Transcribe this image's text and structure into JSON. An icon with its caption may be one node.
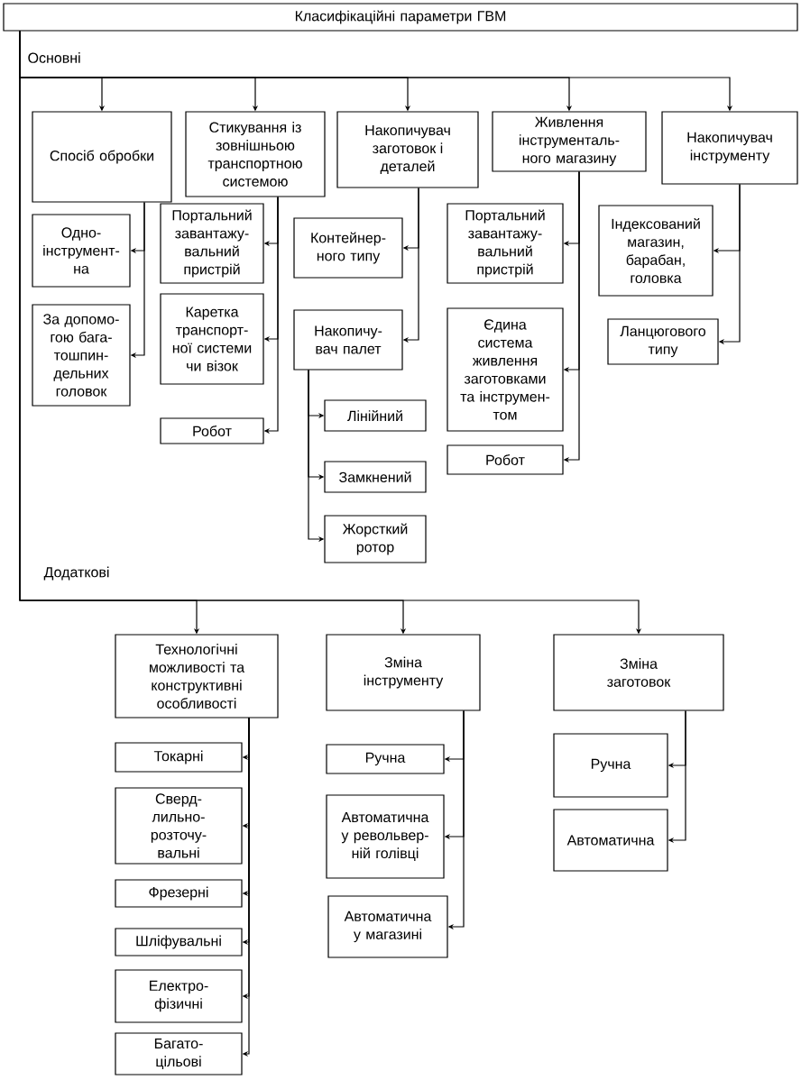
{
  "diagram": {
    "nodes": [
      {
        "text": [
          "Класифікаційні параметри ГВМ"
        ]
      },
      {
        "text": [
          "Спосіб обробки"
        ]
      },
      {
        "text": [
          "Стикування із зовнішньою транспортною системою"
        ]
      },
      {
        "text": [
          "Накопичувач заготовок і деталей"
        ]
      },
      {
        "text": [
          "Живлення інструменталь- ного магазину"
        ]
      },
      {
        "text": [
          "Накопичувач інструменту"
        ]
      },
      {
        "text": [
          "Одно- інструмент- на"
        ]
      },
      {
        "text": [
          "За допомо- гою бага- тошпин- дельних головок"
        ]
      },
      {
        "text": [
          "Портальний завантажу- вальний пристрій"
        ]
      },
      {
        "text": [
          "Каретка транспорт- ної системи чи візок"
        ]
      },
      {
        "text": [
          "Робот"
        ]
      },
      {
        "text": [
          "Контейнер- ного типу"
        ]
      },
      {
        "text": [
          "Накопичу- вач палет"
        ]
      },
      {
        "text": [
          "Лінійний"
        ]
      },
      {
        "text": [
          "Замкнений"
        ]
      },
      {
        "text": [
          "Жорсткий ротор"
        ]
      },
      {
        "text": [
          "Портальний завантажу- вальний пристрій"
        ]
      },
      {
        "text": [
          "Єдина система живлення заготовками та інструмен- том"
        ]
      },
      {
        "text": [
          "Робот"
        ]
      },
      {
        "text": [
          "Індексований магазин, барабан, головка"
        ]
      },
      {
        "text": [
          "Ланцюгового типу"
        ]
      },
      {
        "text": [
          "Технологічні можливості та конструктивні особливості"
        ]
      },
      {
        "text": [
          "Зміна інструменту"
        ]
      },
      {
        "text": [
          "Зміна заготовок"
        ]
      },
      {
        "text": [
          "Токарні"
        ]
      },
      {
        "text": [
          "Сверд- лильно- розточу- вальні"
        ]
      },
      {
        "text": [
          "Фрезерні"
        ]
      },
      {
        "text": [
          "Шліфувальні"
        ]
      },
      {
        "text": [
          "Електро- фізичні"
        ]
      },
      {
        "text": [
          "Багато- цільові"
        ]
      },
      {
        "text": [
          "Ручна"
        ]
      },
      {
        "text": [
          "Автоматична у револьвер- ній голівці"
        ]
      },
      {
        "text": [
          "Автоматична у магазині"
        ]
      },
      {
        "text": [
          "Ручна"
        ]
      },
      {
        "text": [
          "Автоматична"
        ]
      }
    ],
    "edges": [
      {
        "from": 0,
        "to": 1,
        "arrow": "to"
      },
      {
        "from": 0,
        "to": 2,
        "arrow": "to"
      },
      {
        "from": 0,
        "to": 3,
        "arrow": "to"
      },
      {
        "from": 0,
        "to": 4,
        "arrow": "to"
      },
      {
        "from": 0,
        "to": 5,
        "arrow": "to"
      },
      {
        "from": 0,
        "to": 21,
        "arrow": "to"
      },
      {
        "from": 0,
        "to": 22,
        "arrow": "to"
      },
      {
        "from": 0,
        "to": 23,
        "arrow": "to"
      },
      {
        "from": 1,
        "to": 6,
        "arrow": "to"
      },
      {
        "from": 1,
        "to": 7,
        "arrow": "to"
      },
      {
        "from": 2,
        "to": 8,
        "arrow": "to"
      },
      {
        "from": 2,
        "to": 9,
        "arrow": "to"
      },
      {
        "from": 2,
        "to": 10,
        "arrow": "to"
      },
      {
        "from": 3,
        "to": 11,
        "arrow": "to"
      },
      {
        "from": 3,
        "to": 12,
        "arrow": "to"
      },
      {
        "from": 12,
        "to": 13,
        "arrow": "to"
      },
      {
        "from": 12,
        "to": 14,
        "arrow": "to"
      },
      {
        "from": 12,
        "to": 15,
        "arrow": "to"
      },
      {
        "from": 4,
        "to": 16,
        "arrow": "to"
      },
      {
        "from": 4,
        "to": 17,
        "arrow": "to"
      },
      {
        "from": 4,
        "to": 18,
        "arrow": "to"
      },
      {
        "from": 5,
        "to": 19,
        "arrow": "to"
      },
      {
        "from": 5,
        "to": 20,
        "arrow": "to"
      },
      {
        "from": 21,
        "to": 24,
        "arrow": "to"
      },
      {
        "from": 21,
        "to": 25,
        "arrow": "to"
      },
      {
        "from": 21,
        "to": 26,
        "arrow": "to"
      },
      {
        "from": 21,
        "to": 27,
        "arrow": "to"
      },
      {
        "from": 21,
        "to": 28,
        "arrow": "to"
      },
      {
        "from": 21,
        "to": 29,
        "arrow": "to"
      },
      {
        "from": 22,
        "to": 30,
        "arrow": "to"
      },
      {
        "from": 22,
        "to": 31,
        "arrow": "to"
      },
      {
        "from": 22,
        "to": 32,
        "arrow": "to"
      },
      {
        "from": 23,
        "to": 33,
        "arrow": "to"
      },
      {
        "from": 23,
        "to": 34,
        "arrow": "to"
      }
    ],
    "labels": [
      "Основні",
      "Додаткові"
    ]
  }
}
